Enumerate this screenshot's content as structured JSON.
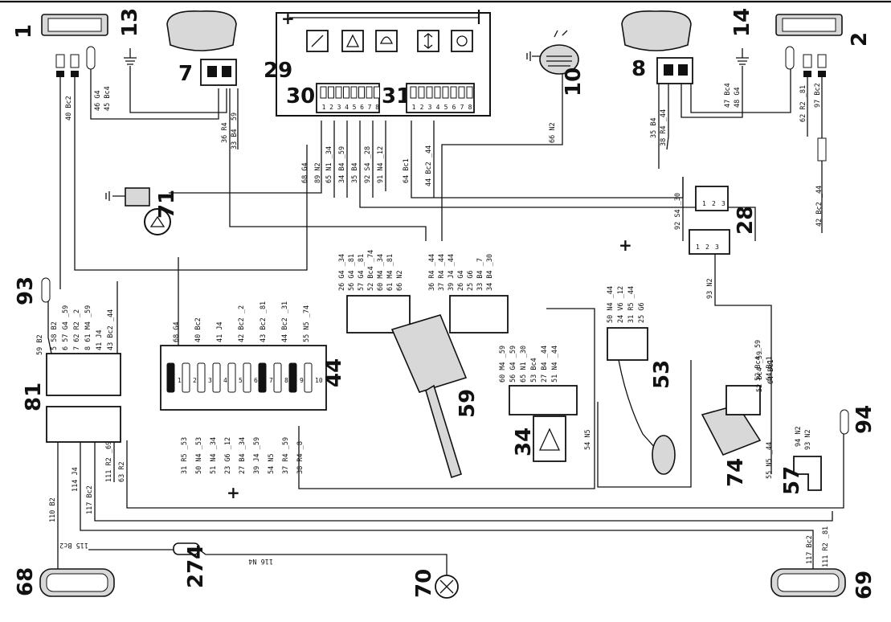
{
  "components": [
    {
      "id": "c1",
      "label": "1"
    },
    {
      "id": "c2",
      "label": "2"
    },
    {
      "id": "c7",
      "label": "7"
    },
    {
      "id": "c8",
      "label": "8"
    },
    {
      "id": "c10",
      "label": "10"
    },
    {
      "id": "c13",
      "label": "13"
    },
    {
      "id": "c14",
      "label": "14"
    },
    {
      "id": "c28",
      "label": "28"
    },
    {
      "id": "c29",
      "label": "29"
    },
    {
      "id": "c30",
      "label": "30"
    },
    {
      "id": "c31",
      "label": "31"
    },
    {
      "id": "c34",
      "label": "34"
    },
    {
      "id": "c44",
      "label": "44"
    },
    {
      "id": "c53",
      "label": "53"
    },
    {
      "id": "c57",
      "label": "57"
    },
    {
      "id": "c59",
      "label": "59"
    },
    {
      "id": "c68",
      "label": "68"
    },
    {
      "id": "c69",
      "label": "69"
    },
    {
      "id": "c70",
      "label": "70"
    },
    {
      "id": "c71",
      "label": "71"
    },
    {
      "id": "c74",
      "label": "74"
    },
    {
      "id": "c81",
      "label": "81"
    },
    {
      "id": "c93",
      "label": "93"
    },
    {
      "id": "c94",
      "label": "94"
    },
    {
      "id": "c274",
      "label": "274"
    }
  ],
  "wires": [
    {
      "id": "w40",
      "label": "40 Bc2"
    },
    {
      "id": "w46",
      "label": "46 G4"
    },
    {
      "id": "w45",
      "label": "45 Bc4"
    },
    {
      "id": "w36",
      "label": "36 R4"
    },
    {
      "id": "w33",
      "label": "33 B4 _59"
    },
    {
      "id": "w68",
      "label": "68 G4"
    },
    {
      "id": "w89",
      "label": "89 N2"
    },
    {
      "id": "w65",
      "label": "65 N1 _34"
    },
    {
      "id": "w34",
      "label": "34 B4 _59"
    },
    {
      "id": "w35",
      "label": "35 B4"
    },
    {
      "id": "w92",
      "label": "92 S4 _28"
    },
    {
      "id": "w91",
      "label": "91 N4 _12"
    },
    {
      "id": "w64",
      "label": "64 Bc1"
    },
    {
      "id": "w44",
      "label": "44 Bc2 _44"
    },
    {
      "id": "w66",
      "label": "66 N2"
    },
    {
      "id": "w35b",
      "label": "35 B4"
    },
    {
      "id": "w38",
      "label": "38 R4 _44"
    },
    {
      "id": "w47",
      "label": "47 Bc4"
    },
    {
      "id": "w48",
      "label": "48 G4"
    },
    {
      "id": "w62",
      "label": "62 R2 _81"
    },
    {
      "id": "w97",
      "label": "97 Bc2"
    },
    {
      "id": "w42",
      "label": "42 Bc2 _44"
    },
    {
      "id": "w92b",
      "label": "92 S4 _30"
    },
    {
      "id": "w93",
      "label": "93 N2"
    },
    {
      "id": "w59",
      "label": "59 B2"
    },
    {
      "id": "w110",
      "label": "110 B2"
    },
    {
      "id": "w114",
      "label": "114 J4"
    },
    {
      "id": "w117",
      "label": "117 Bc2"
    },
    {
      "id": "w111",
      "label": "111 R2 _69"
    },
    {
      "id": "w63",
      "label": "63 R2"
    },
    {
      "id": "w115",
      "label": "115 Bc2"
    },
    {
      "id": "w116",
      "label": "116 N4"
    },
    {
      "id": "w117b",
      "label": "117 Bc2"
    },
    {
      "id": "w111b",
      "label": "111 R2 _81"
    },
    {
      "id": "w94",
      "label": "94 N2"
    },
    {
      "id": "w93b",
      "label": "93 N2"
    },
    {
      "id": "w55",
      "label": "55 N5 _44"
    },
    {
      "id": "w52",
      "label": "52 Bc4 _59"
    },
    {
      "id": "w64b",
      "label": "64 Bc1"
    },
    {
      "id": "w54",
      "label": "54 N5"
    }
  ],
  "connector81_pins": [
    "5 58 B2",
    "6 57 G4 _59",
    "7 62 R2 _2",
    "8 61 M4 _59",
    "41 J4",
    "43 Bc2 _44"
  ],
  "fusebox44_top": [
    "68 G4",
    "40 Bc2",
    "41 J4",
    "42 Bc2 _2",
    "43 Bc2 _81",
    "44 Bc2 _31",
    "55 N5 _74"
  ],
  "fusebox44_bottom": [
    "31 R5 _53",
    "50 N4 _53",
    "51 N4 _34",
    "23 G6 _12",
    "27 B4 _34",
    "39 J4 _59",
    "54 N5",
    "37 R4 _59",
    "38 R4 _8"
  ],
  "fusebox44_slots": [
    "1",
    "2",
    "3",
    "4",
    "5",
    "6",
    "7",
    "8",
    "9",
    "10"
  ],
  "conn59_left": [
    "26 G4 _34",
    "56 G4 _81",
    "57 G4 _81",
    "52 Bc4 _74",
    "60 M4 _34",
    "61 M4 _81",
    "66 N2"
  ],
  "conn59_right": [
    "36 R4 _44",
    "37 R4 _44",
    "39 J4 _44",
    "26 G4",
    "25 G6",
    "33 B4 _7",
    "34 B4 _30"
  ],
  "conn34": [
    "60 M4 _59",
    "56 G4 _59",
    "65 N1 _30",
    "53 Bc4",
    "27 B4 _44",
    "51 N4 _44"
  ],
  "conn53": [
    "50 N4 _44",
    "24 V6 _12",
    "31 R5 _44",
    "25 G6"
  ],
  "relay74_pins": [
    "52 Bc4 _59",
    "64 Bc1"
  ],
  "pins8": [
    "1",
    "2",
    "3",
    "4",
    "5",
    "6",
    "7",
    "8"
  ],
  "pins3": [
    "1",
    "2",
    "3"
  ],
  "plus": "+"
}
